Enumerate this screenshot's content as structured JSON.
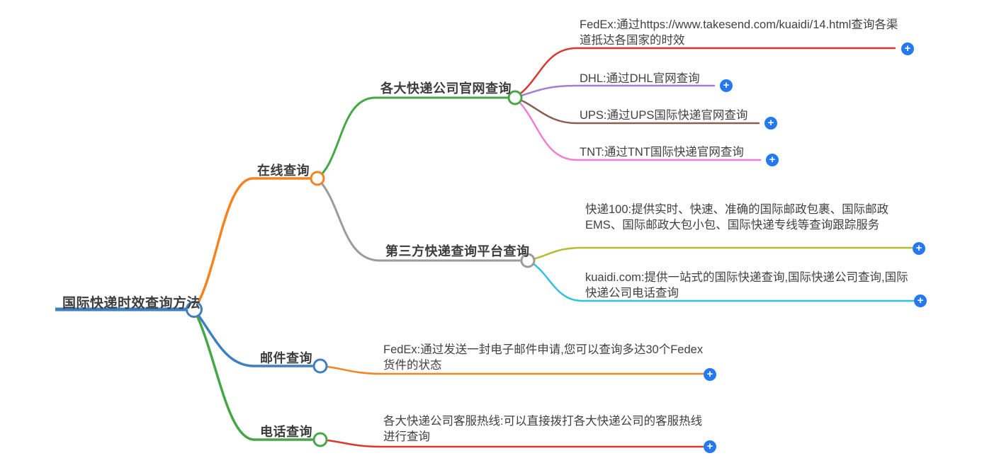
{
  "icons": {
    "plus": "+"
  },
  "colors": {
    "root_blue": "#3e7ec1",
    "orange": "#f5831f",
    "green": "#45a845",
    "gray": "#9b9b9b",
    "red": "#d93831",
    "purple": "#a07fd4",
    "brown": "#8b5e52",
    "pink": "#ee7fd4",
    "olive": "#b5bd2e",
    "cyan": "#2fc3e0",
    "plus_button_blue": "#2478f2"
  },
  "tree": {
    "root": {
      "label": "国际快递时效查询方法",
      "color": "#3e7ec1",
      "children": {
        "online": {
          "label": "在线查询",
          "color": "#f5831f",
          "children": {
            "official": {
              "label": "各大快递公司官网查询",
              "color": "#45a845",
              "children": {
                "fedex_web": {
                  "label": "FedEx:通过https://www.takesend.com/kuaidi/14.html查询各渠道抵达各国家的时效",
                  "color": "#d93831"
                },
                "dhl": {
                  "label": "DHL:通过DHL官网查询",
                  "color": "#a07fd4"
                },
                "ups": {
                  "label": "UPS:通过UPS国际快递官网查询",
                  "color": "#8b5e52"
                },
                "tnt": {
                  "label": "TNT:通过TNT国际快递官网查询",
                  "color": "#ee7fd4"
                }
              }
            },
            "third_party": {
              "label": "第三方快递查询平台查询",
              "color": "#9b9b9b",
              "children": {
                "kuaidi100": {
                  "label": "快递100:提供实时、快速、准确的国际邮政包裹、国际邮政EMS、国际邮政大包小包、国际快递专线等查询跟踪服务",
                  "color": "#b5bd2e"
                },
                "kuaidi_com": {
                  "label": "kuaidi.com:提供一站式的国际快递查询,国际快递公司查询,国际快递公司电话查询",
                  "color": "#2fc3e0"
                }
              }
            }
          }
        },
        "email": {
          "label": "邮件查询",
          "color": "#3e7ec1",
          "children": {
            "fedex_email": {
              "label": "FedEx:通过发送一封电子邮件申请,您可以查询多达30个Fedex货件的状态",
              "color": "#f5831f"
            }
          }
        },
        "phone": {
          "label": "电话查询",
          "color": "#45a845",
          "children": {
            "hotline": {
              "label": "各大快递公司客服热线:可以直接拨打各大快递公司的客服热线进行查询",
              "color": "#d93831"
            }
          }
        }
      }
    }
  }
}
